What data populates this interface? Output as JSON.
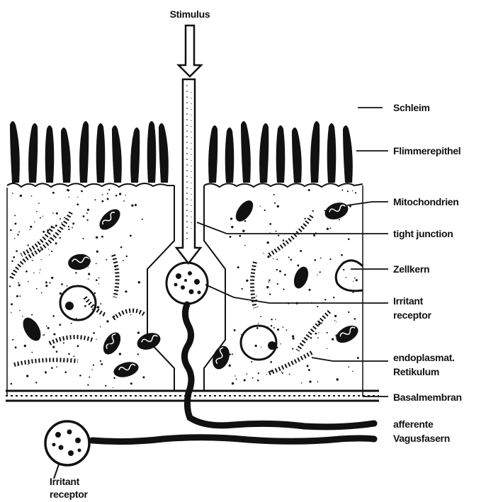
{
  "labels": {
    "stimulus": "Stimulus",
    "schleim": "Schleim",
    "flimmerepithel": "Flimmerepithel",
    "mitochondrien": "Mitochondrien",
    "tight_junction": "tight junction",
    "zellkern": "Zellkern",
    "irritant_receptor_line1": "Irritant",
    "irritant_receptor_line2": "receptor",
    "endoplasmat_line1": "endoplasmat.",
    "endoplasmat_line2": "Retikulum",
    "basalmembran": "Basalmembran",
    "afferente_line1": "afferente",
    "afferente_line2": "Vagusfasern",
    "bottom_receptor_line1": "Irritant",
    "bottom_receptor_line2": "receptor"
  },
  "colors": {
    "ink": "#111111",
    "paper": "#ffffff"
  }
}
